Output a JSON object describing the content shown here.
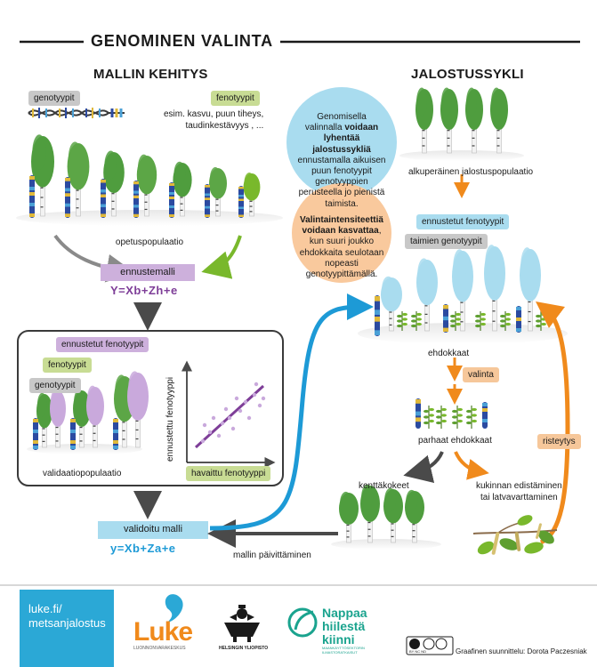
{
  "title": "GENOMINEN VALINTA",
  "left": {
    "heading": "MALLIN KEHITYS",
    "genotype_tag": "genotyypit",
    "phenotype_tag": "fenotyypit",
    "phenotype_example": "esim. kasvu, puun tiheys,\ntaudinkestävyys , ...",
    "training_population": "opetuspopulaatio",
    "prediction_model": "ennustemalli",
    "model_formula": "Y=Xb+Zh+e",
    "validation_box": {
      "predicted_tag": "ennustetut fenotyypit",
      "phenotype_tag": "fenotyypit",
      "genotype_tag": "genotyypit",
      "population_label": "validaatiopopulaatio",
      "y_axis_label": "ennustettu fenotyyppi",
      "x_axis_label": "havaittu fenotyyppi"
    },
    "validated_model": "validoitu malli",
    "validated_formula": "y=Xb+Za+e",
    "model_update": "mallin päivittäminen"
  },
  "right": {
    "heading": "JALOSTUSSYKLI",
    "bubble_blue": {
      "pre": "Genomisella valinnalla ",
      "bold": "voidaan lyhentää jalostussykliä",
      "post": " ennustamalla aikuisen puun fenotyypit genotyyppien perusteella jo pienistä taimista."
    },
    "bubble_orange": {
      "bold": "Valintaintensiteettiä voidaan kasvattaa",
      "post": ", kun suuri joukko ehdokkaita seulotaan nopeasti genotyypittämällä."
    },
    "base_population": "alkuperäinen jalostuspopulaatio",
    "predicted_tag": "ennustetut fenotyypit",
    "seedling_tag": "taimien genotyypit",
    "candidates": "ehdokkaat",
    "selection_tag": "valinta",
    "best_candidates": "parhaat ehdokkaat",
    "crossing_tag": "risteytys",
    "field_trials": "kenttäkokeet",
    "flowering": "kukinnan edistäminen\ntai latvavarttaminen"
  },
  "footer": {
    "url": "luke.fi/\nmetsanjalostus",
    "luke_logo": "Luke",
    "luke_sub": "LUONNONVARAKESKUS",
    "hy_logo": "HELSINGIN YLIOPISTO",
    "nappaa_line1": "Nappaa",
    "nappaa_line2": "hiilestä",
    "nappaa_line3": "kiinni",
    "nappaa_sub": "MAANKÄYTTÖSEKTORIN\nILMASTORATKAISUT",
    "cc_badge": "BY NC ND",
    "credit": "Graafinen suunnittelu: Dorota Paczesniak"
  },
  "colors": {
    "purple": "#7e3e98",
    "blue": "#1d9ad6",
    "orange": "#f08a1c",
    "green": "#4f9d3e",
    "footer_bg": "#2ba8d6",
    "luke_orange": "#f08a1c",
    "nappaa_teal": "#1aa38e"
  },
  "icons": [
    "dna-helix-icon",
    "birch-tree-icon",
    "spruce-tree-icon",
    "chromosome-icon",
    "seedling-icon",
    "birch-branch-icon",
    "luke-logo-icon",
    "helsinki-university-logo-icon",
    "nappaa-logo-icon",
    "creative-commons-icon"
  ]
}
